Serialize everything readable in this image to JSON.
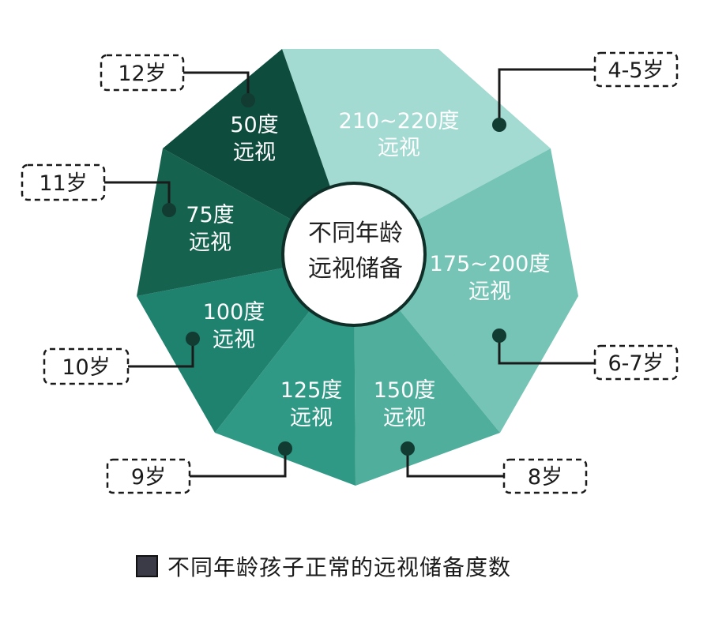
{
  "center": {
    "line1": "不同年龄",
    "line2": "远视储备"
  },
  "segments": [
    {
      "age": "4-5岁",
      "degree": "210~220度",
      "unit": "远视",
      "color": "#a3dad1"
    },
    {
      "age": "6-7岁",
      "degree": "175~200度",
      "unit": "远视",
      "color": "#75c4b5"
    },
    {
      "age": "8岁",
      "degree": "150度",
      "unit": "远视",
      "color": "#4fae9c"
    },
    {
      "age": "9岁",
      "degree": "125度",
      "unit": "远视",
      "color": "#2f9985"
    },
    {
      "age": "10岁",
      "degree": "100度",
      "unit": "远视",
      "color": "#1f826f"
    },
    {
      "age": "11岁",
      "degree": "75度",
      "unit": "远视",
      "color": "#15624f"
    },
    {
      "age": "12岁",
      "degree": "50度",
      "unit": "远视",
      "color": "#0e4c3d"
    }
  ],
  "legend": {
    "label": "不同年龄孩子正常的远视储备度数",
    "swatch_color": "#3a3b46"
  }
}
